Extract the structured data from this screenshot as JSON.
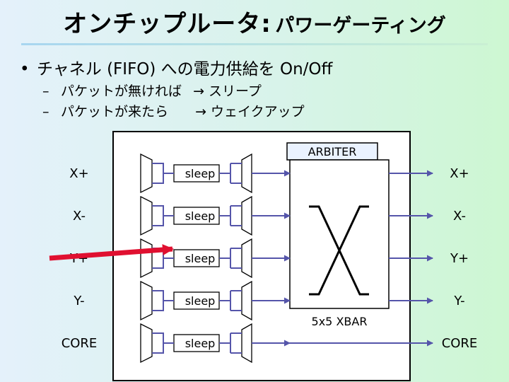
{
  "title": {
    "main": "オンチップルータ:",
    "sub": "パワーゲーティング"
  },
  "bullets": {
    "main_marker": "•",
    "main_text": "チャネル (FIFO) への電力供給を On/Off",
    "sub_marker": "–",
    "sub1_text": "パケットが無ければ",
    "sub1_arrow": "→",
    "sub1_result": "スリープ",
    "sub2_text": "パケットが来たら",
    "sub2_arrow": "→",
    "sub2_result": "ウェイクアップ"
  },
  "diagram": {
    "arbiter_label": "ARBITER",
    "xbar_label": "5x5 XBAR",
    "fifo_label": "sleep",
    "input_ports": [
      "X+",
      "X-",
      "Y+",
      "Y-",
      "CORE"
    ],
    "output_ports": [
      "X+",
      "X-",
      "Y+",
      "Y-",
      "CORE"
    ],
    "colors": {
      "wire": "#5555aa",
      "router_bg": "#ffffff",
      "arbiter_bg": "#eaf2ff",
      "packet_arrow": "#e01030"
    }
  }
}
